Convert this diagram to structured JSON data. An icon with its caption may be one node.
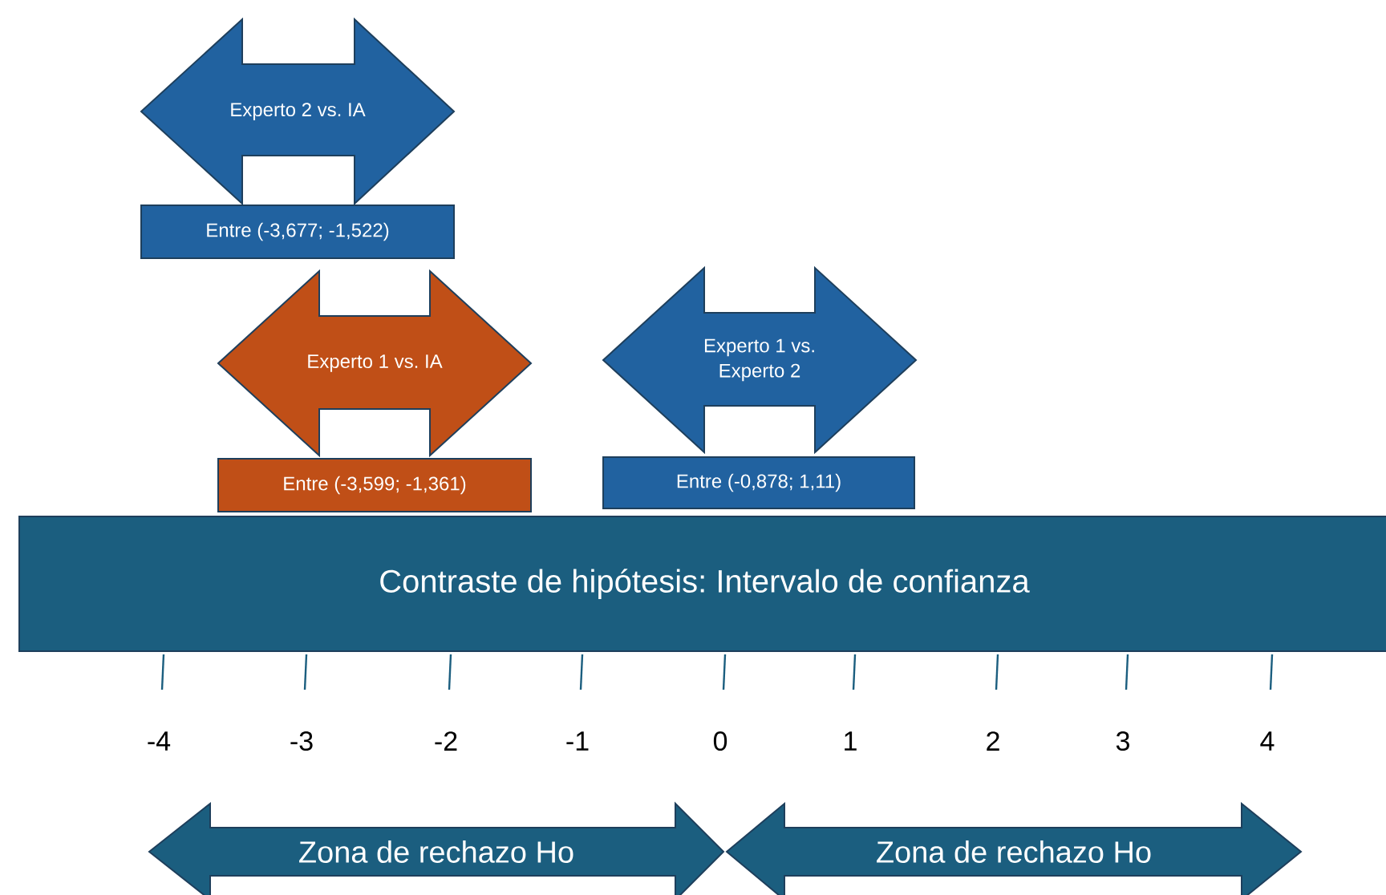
{
  "diagram": {
    "nodes": [
      {
        "text": [
          "Experto 2 vs. IA"
        ]
      },
      {
        "text": [
          "Entre (-3,677; -1,522)"
        ]
      },
      {
        "text": [
          "Experto 1 vs. IA"
        ]
      },
      {
        "text": [
          "Entre (-3,599; -1,361)"
        ]
      },
      {
        "text": [
          "Experto 1 vs. Experto 2"
        ]
      },
      {
        "text": [
          "Entre (-0,878; 1,11)"
        ]
      },
      {
        "text": [
          "Contraste de hipótesis: Intervalo de confianza"
        ]
      },
      {
        "text": [
          "Zona de rechazo Ho"
        ]
      },
      {
        "text": [
          "Zona de rechazo Ho"
        ]
      }
    ],
    "edges": [],
    "labels": [
      "-4",
      "-3",
      "-2",
      "-1",
      "0",
      "1",
      "2",
      "3",
      "4"
    ]
  }
}
